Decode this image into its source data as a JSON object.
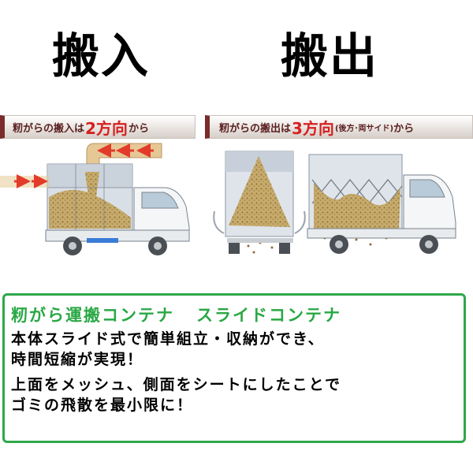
{
  "headings": {
    "left": "搬入",
    "right": "搬出"
  },
  "banner_left": {
    "pre": "籾がらの搬入は",
    "num": "2方向",
    "post": "から"
  },
  "banner_right": {
    "pre": "籾がらの搬出は",
    "num": "3方向",
    "paren": "(後方･両サイド)",
    "post": "から"
  },
  "info": {
    "title_a": "籾がら運搬コンテナ",
    "title_b": "スライドコンテナ",
    "line1": "本体スライド式で簡単組立・収納ができ、",
    "line2": "時間短縮が実現！",
    "line3": "上面をメッシュ、側面をシートにしたことで",
    "line4": "ゴミの飛散を最小限に！"
  },
  "colors": {
    "arrow": "#e23b2a",
    "duct": "#e6c896",
    "husk": "#b89a5a",
    "title_green": "#2aa845",
    "banner_red": "#d62020",
    "banner_edge": "#7a2b2b"
  },
  "icons": [
    "truck-side-loading",
    "truck-rear-unloading",
    "truck-side-unloading",
    "arrow-right-icon",
    "arrow-left-icon"
  ]
}
